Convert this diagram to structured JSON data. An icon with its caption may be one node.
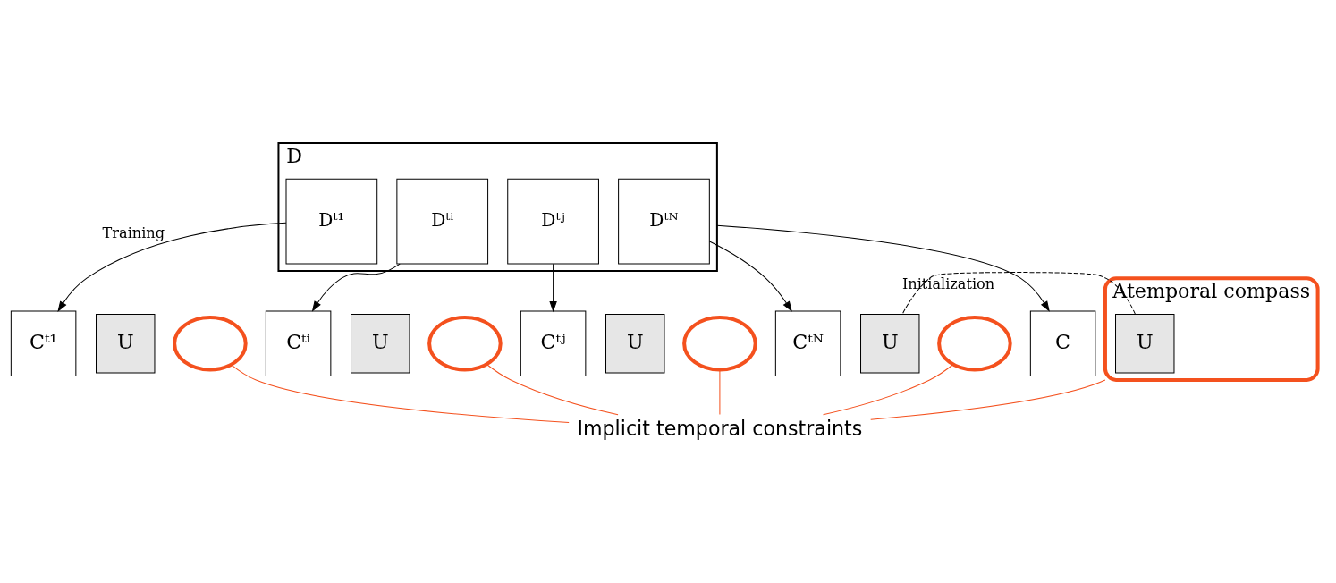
{
  "diagram": {
    "nodes": [
      {
        "text": [
          "D"
        ]
      },
      {
        "text": [
          "Dᵗ¹"
        ],
        "in": 0
      },
      {
        "text": [
          "Dᵗⁱ"
        ],
        "in": 0
      },
      {
        "text": [
          "Dᵗʲ"
        ],
        "in": 0
      },
      {
        "text": [
          "Dᵗᴺ"
        ],
        "in": 0
      },
      {
        "text": [
          "Atemporal compass"
        ]
      },
      {
        "text": [
          "U"
        ],
        "in": 5
      },
      {
        "text": [
          "C"
        ]
      },
      {
        "text": [
          "Cᵗ¹"
        ]
      },
      {
        "text": [
          "U"
        ]
      },
      {
        "text": [],
        "shape": "ellipse"
      },
      {
        "text": [
          "Cᵗⁱ"
        ]
      },
      {
        "text": [
          "U"
        ]
      },
      {
        "text": [],
        "shape": "ellipse"
      },
      {
        "text": [
          "Cᵗʲ"
        ]
      },
      {
        "text": [
          "U"
        ]
      },
      {
        "text": [],
        "shape": "ellipse"
      },
      {
        "text": [
          "Cᵗᴺ"
        ]
      },
      {
        "text": [
          "U"
        ]
      },
      {
        "text": [],
        "shape": "ellipse"
      },
      {
        "text": [
          "Implicit temporal constraints"
        ]
      }
    ],
    "edges": [
      {
        "from": 0,
        "to": 7,
        "arrow": "to"
      },
      {
        "from": 1,
        "to": 8,
        "arrow": "to",
        "label": "Training"
      },
      {
        "from": 2,
        "to": 11,
        "arrow": "to"
      },
      {
        "from": 3,
        "to": 14,
        "arrow": "to"
      },
      {
        "from": 4,
        "to": 17,
        "arrow": "to"
      },
      {
        "from": 6,
        "to": 18,
        "arrow": "none",
        "style": "dashed",
        "label": "Initialization"
      },
      {
        "from": 5,
        "to": 20,
        "arrow": "none",
        "color": "#f4511e"
      },
      {
        "from": 10,
        "to": 20,
        "arrow": "none",
        "color": "#f4511e"
      },
      {
        "from": 13,
        "to": 20,
        "arrow": "none",
        "color": "#f4511e"
      },
      {
        "from": 16,
        "to": 20,
        "arrow": "none",
        "color": "#f4511e"
      },
      {
        "from": 19,
        "to": 20,
        "arrow": "none",
        "color": "#f4511e"
      }
    ]
  }
}
